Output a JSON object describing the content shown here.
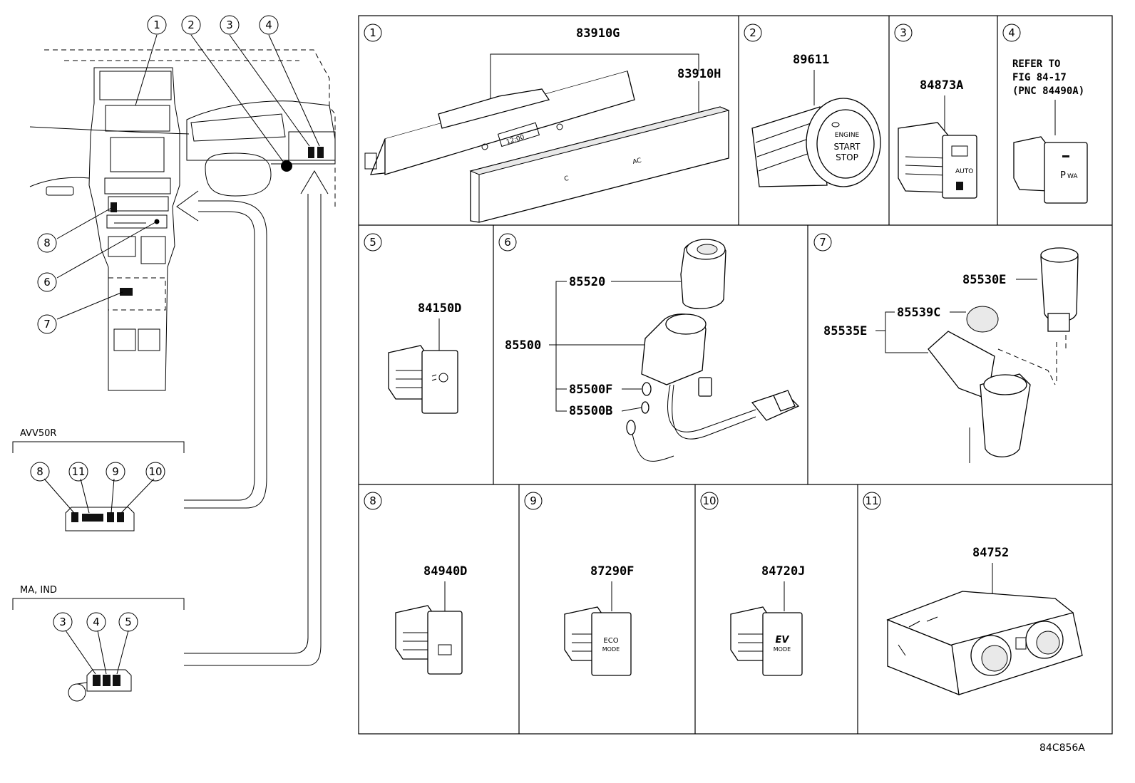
{
  "vehicle_view": {
    "callouts": [
      "1",
      "2",
      "3",
      "4",
      "8",
      "6",
      "7"
    ]
  },
  "variants": [
    {
      "label": "AVV50R",
      "callouts": [
        "8",
        "11",
        "9",
        "10"
      ]
    },
    {
      "label": "MA, IND",
      "callouts": [
        "3",
        "4",
        "5"
      ]
    }
  ],
  "panels": [
    {
      "num": "1",
      "parts": [
        "83910G",
        "83910H"
      ]
    },
    {
      "num": "2",
      "parts": [
        "89611"
      ],
      "button_text": [
        "ENGINE",
        "START",
        "STOP"
      ]
    },
    {
      "num": "3",
      "parts": [
        "84873A"
      ]
    },
    {
      "num": "4",
      "note": [
        "REFER TO",
        "FIG 84-17",
        "(PNC 84490A)"
      ]
    },
    {
      "num": "5",
      "parts": [
        "84150D"
      ]
    },
    {
      "num": "6",
      "parts": [
        "85520",
        "85500",
        "85500F",
        "85500B"
      ]
    },
    {
      "num": "7",
      "parts": [
        "85530E",
        "85539C",
        "85535E"
      ]
    },
    {
      "num": "8",
      "parts": [
        "84940D"
      ]
    },
    {
      "num": "9",
      "parts": [
        "87290F"
      ],
      "button_text": [
        "ECO",
        "MODE"
      ]
    },
    {
      "num": "10",
      "parts": [
        "84720J"
      ],
      "button_text": [
        "EV",
        "MODE"
      ]
    },
    {
      "num": "11",
      "parts": [
        "84752"
      ]
    }
  ],
  "figure_code": "84C856A"
}
